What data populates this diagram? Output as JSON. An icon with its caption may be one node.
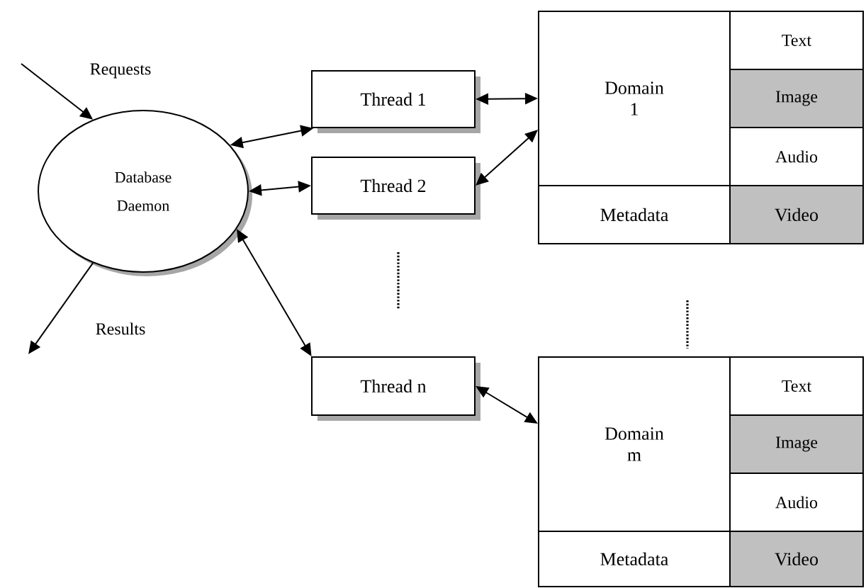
{
  "diagram": {
    "nodes": [
      {
        "text": [
          "Database Daemon"
        ]
      },
      {
        "text": [
          "Thread 1"
        ]
      },
      {
        "text": [
          "Thread 2"
        ]
      },
      {
        "text": [
          "Thread n"
        ]
      },
      {
        "text": [
          "Domain 1"
        ]
      },
      {
        "text": [
          "Text"
        ]
      },
      {
        "text": [
          "Image"
        ]
      },
      {
        "text": [
          "Audio"
        ]
      },
      {
        "text": [
          "Metadata"
        ]
      },
      {
        "text": [
          "Video"
        ]
      },
      {
        "text": [
          "Domain m"
        ]
      },
      {
        "text": [
          "Text"
        ]
      },
      {
        "text": [
          "Image"
        ]
      },
      {
        "text": [
          "Audio"
        ]
      },
      {
        "text": [
          "Metadata"
        ]
      },
      {
        "text": [
          "Video"
        ]
      }
    ],
    "edges": [
      {
        "from": null,
        "to": 0,
        "arrow": "to",
        "label": "Requests"
      },
      {
        "from": 0,
        "to": null,
        "arrow": "to",
        "label": "Results"
      },
      {
        "from": 0,
        "to": 1,
        "arrow": "both"
      },
      {
        "from": 0,
        "to": 2,
        "arrow": "both"
      },
      {
        "from": 0,
        "to": 3,
        "arrow": "both"
      },
      {
        "from": 1,
        "to": 4,
        "arrow": "both"
      },
      {
        "from": 2,
        "to": 4,
        "arrow": "both"
      },
      {
        "from": 3,
        "to": 10,
        "arrow": "both"
      }
    ]
  }
}
